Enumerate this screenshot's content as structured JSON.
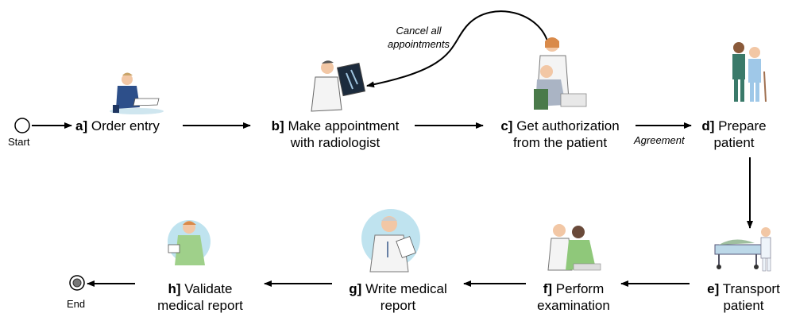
{
  "start_label": "Start",
  "end_label": "End",
  "cancel_label_line1": "Cancel all",
  "cancel_label_line2": "appointments",
  "agreement_label": "Agreement",
  "steps": [
    {
      "id": "a]",
      "line1": "Order entry",
      "line2": ""
    },
    {
      "id": "b]",
      "line1": "Make appointment",
      "line2": "with radiologist"
    },
    {
      "id": "c]",
      "line1": "Get authorization",
      "line2": "from the patient"
    },
    {
      "id": "d]",
      "line1": "Prepare",
      "line2": "patient"
    },
    {
      "id": "e]",
      "line1": "Transport",
      "line2": "patient"
    },
    {
      "id": "f]",
      "line1": "Perform",
      "line2": "examination"
    },
    {
      "id": "g]",
      "line1": "Write medical",
      "line2": "report"
    },
    {
      "id": "h]",
      "line1": "Validate",
      "line2": "medical report"
    }
  ],
  "colors": {
    "arrow": "#000000",
    "skin": "#f2c7a5",
    "blue_coat": "#2d4f8a",
    "green": "#9fd08a",
    "light_blue": "#bfe3ef",
    "white_coat": "#f4f4f4"
  }
}
